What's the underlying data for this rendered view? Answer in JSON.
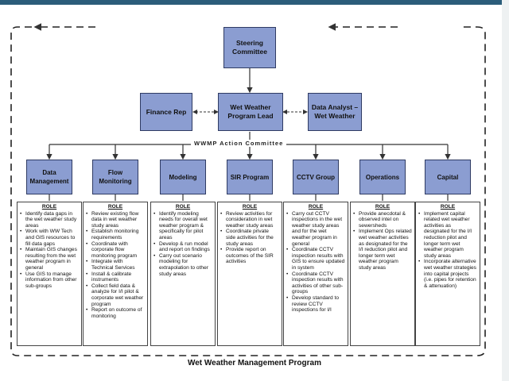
{
  "top": {
    "steering": "Steering\nCommittee",
    "lead": "Wet Weather\nProgram Lead",
    "finance": "Finance Rep",
    "analyst": "Data Analyst –\nWet Weather"
  },
  "committee_label": "WWMP Action Committee",
  "groups": [
    {
      "name": "Data\nManagement",
      "role_title": "ROLE",
      "items": [
        "Identify data gaps in the wet weather study areas",
        "Work with WW Tech and GIS resources to fill data gaps",
        "Maintain GIS changes resulting from the wet weather program in general",
        "Use GIS to manage information from other sub-groups"
      ]
    },
    {
      "name": "Flow\nMonitoring",
      "role_title": "ROLE",
      "items": [
        "Review existing flow data in wet weather study areas",
        "Establish monitoring requirements",
        "Coordinate with corporate flow monitoring program",
        "Integrate with Technical Services",
        "Install & calibrate instruments",
        "Collect field data & analyze for I/I pilot & corporate wet weather program",
        "Report on outcome of monitoring"
      ]
    },
    {
      "name": "Modeling",
      "role_title": "ROLE",
      "items": [
        "Identify modeling needs for overall wet weather program & specifically for pilot areas",
        "Develop & run model and report on findings",
        "Carry out scenario modeling for extrapolation to other study areas"
      ]
    },
    {
      "name": "SIR Program",
      "role_title": "ROLE",
      "items": [
        "Review activities for consideration in wet weather study areas",
        "Coordinate private side activities for the study areas",
        "Provide report on outcomes of the SIR activities"
      ]
    },
    {
      "name": "CCTV Group",
      "role_title": "ROLE",
      "items": [
        "Carry out CCTV inspections in the wet weather study areas and for the wet weather program in general",
        "Coordinate CCTV inspection results with GIS to ensure updated in system",
        "Coordinate CCTV inspection results with activities of other sub-groups",
        "Develop standard to review CCTV inspections for I/I"
      ]
    },
    {
      "name": "Operations",
      "role_title": "ROLE",
      "items": [
        "Provide anecdotal & observed intel on sewersheds",
        "Implement Ops related wet weather activities as designated for the I/I reduction pilot and longer term wet weather program study areas"
      ]
    },
    {
      "name": "Capital",
      "role_title": "ROLE",
      "items": [
        "Implement capital related wet weather activities as designated for the I/I reduction pilot and longer term wet weather program study areas",
        "Incorporate alternative wet weather strategies into capital projects (i.e. pipes for retention & attenuation)"
      ]
    }
  ],
  "footer": "Wet Weather Management Program"
}
